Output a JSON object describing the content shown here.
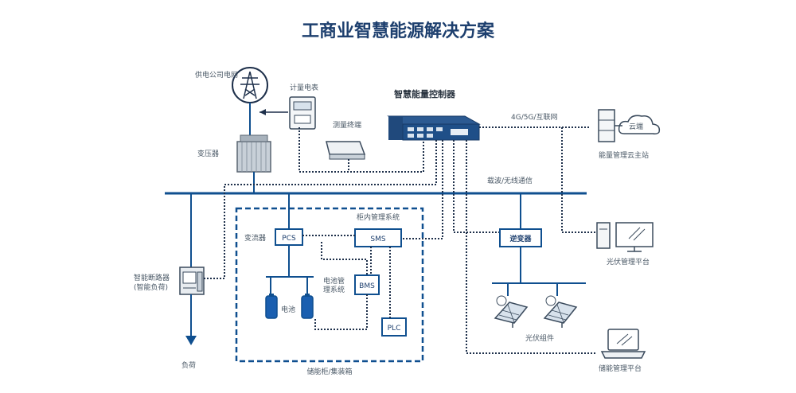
{
  "title": "工商业智慧能源解决方案",
  "labels": {
    "grid": "供电公司电网",
    "meter": "计量电表",
    "transformer": "变压器",
    "terminal": "测量终端",
    "controller": "智慧能量控制器",
    "network": "4G/5G/互联网",
    "cloud": "云端",
    "cloud_station": "能量管理云主站",
    "carrier": "载波/无线通信",
    "cabinet_mgmt": "柜内管理系统",
    "converter": "变流器",
    "pcs": "PCS",
    "sms": "SMS",
    "bms": "BMS",
    "bms_label_1": "电池管",
    "bms_label_2": "理系统",
    "battery": "电池",
    "plc": "PLC",
    "inverter": "逆变器",
    "pv_platform": "光伏管理平台",
    "pv_module": "光伏组件",
    "storage_platform": "储能管理平台",
    "breaker_1": "智能断路器",
    "breaker_2": "(智能负荷)",
    "load": "负荷",
    "container": "储能柜/集装箱"
  },
  "colors": {
    "primary": "#0f4f8f",
    "title": "#1d3f6e",
    "battery": "#1a5fb0"
  },
  "icons": [
    "transmission-tower-icon",
    "meter-icon",
    "transformer-icon",
    "terminal-icon",
    "controller-icon",
    "server-icon",
    "cloud-icon",
    "computer-icon",
    "laptop-icon",
    "solar-panel-icon",
    "battery-icon",
    "breaker-icon"
  ]
}
